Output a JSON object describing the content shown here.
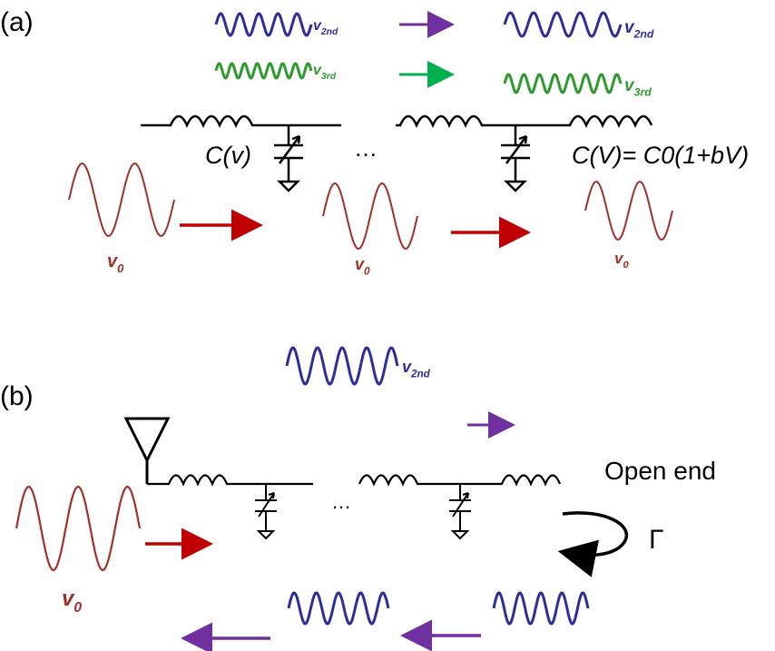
{
  "panel_a": {
    "label": "(a)",
    "second_harmonic": "v2nd",
    "third_harmonic": "v3rd",
    "capacitance_label": "C(v)",
    "capacitance_formula": "C(V)= C0(1+bV)",
    "ellipsis": "…",
    "fundamental": "v0"
  },
  "panel_b": {
    "label": "(b)",
    "second_harmonic": "v2nd",
    "open_end": "Open end",
    "reflection": "Γ",
    "ellipsis": "…",
    "fundamental": "v0"
  },
  "colors": {
    "fundamental": "#a0302a",
    "fundamental_arrow": "#c00000",
    "second_harmonic": "#2e2e9a",
    "second_arrow": "#7030a0",
    "third_harmonic": "#2e9a2e",
    "third_arrow": "#00b050",
    "circuit": "#000000"
  }
}
